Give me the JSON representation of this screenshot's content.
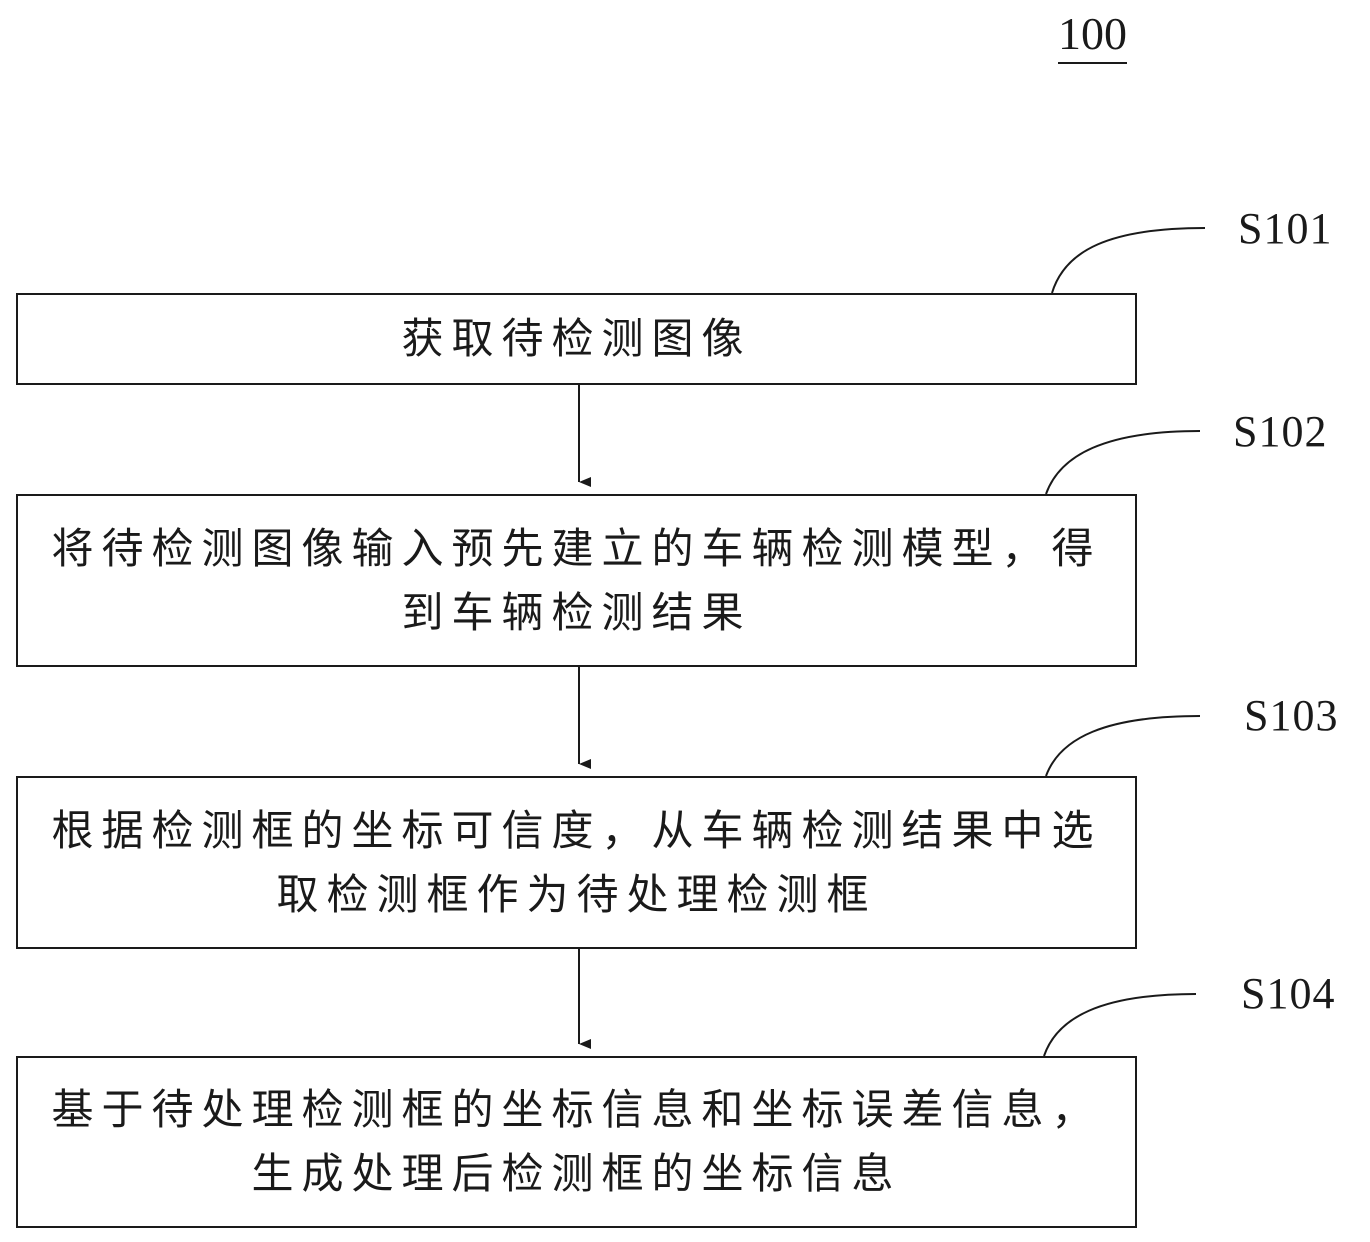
{
  "figure_number": "100",
  "steps": [
    {
      "label": "S101",
      "text": "获取待检测图像"
    },
    {
      "label": "S102",
      "text": "将待检测图像输入预先建立的车辆检测模型，得到车辆检测结果"
    },
    {
      "label": "S103",
      "text": "根据检测框的坐标可信度，从车辆检测结果中选取检测框作为待处理检测框"
    },
    {
      "label": "S104",
      "text": "基于待处理检测框的坐标信息和坐标误差信息，生成处理后检测框的坐标信息"
    }
  ]
}
